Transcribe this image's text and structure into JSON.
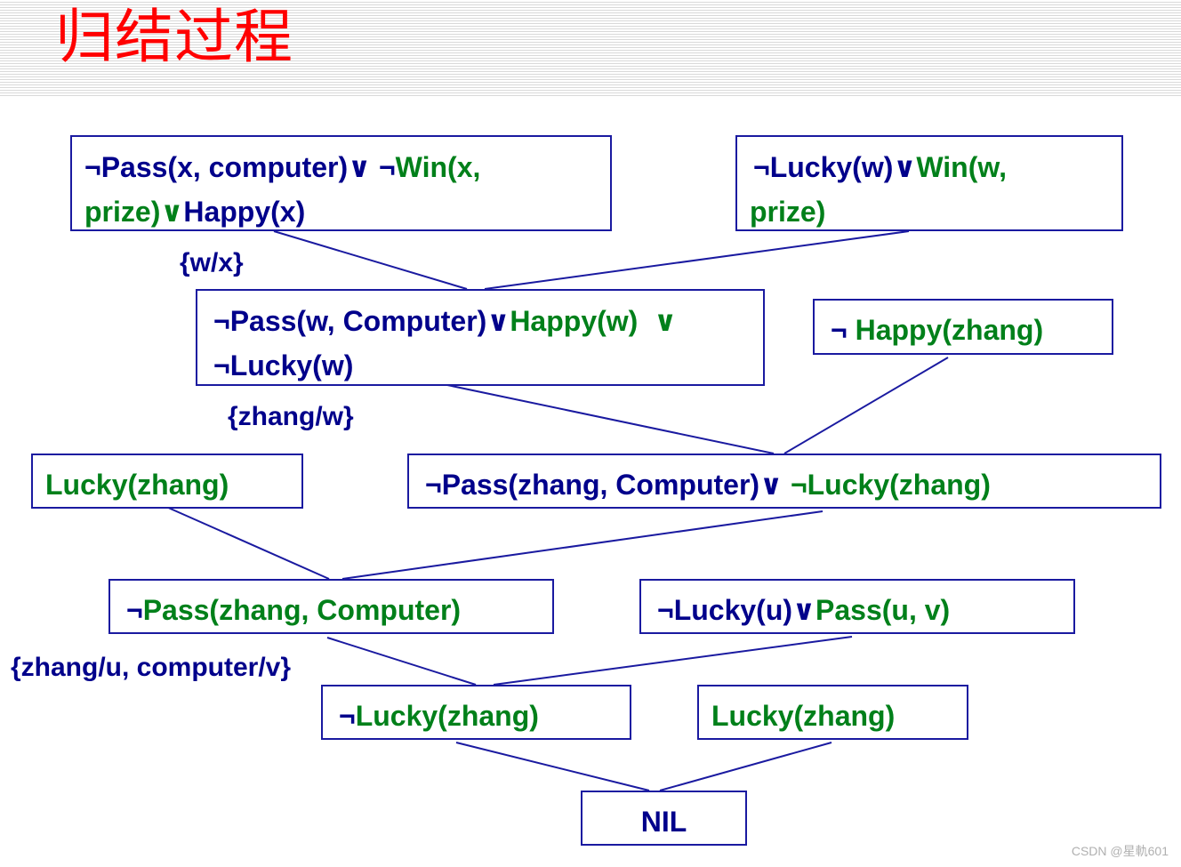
{
  "title": "归结过程",
  "colors": {
    "title": "#ff0000",
    "box_border": "#1a1aa0",
    "edge": "#1a1aa0",
    "text_blue": "#00008b",
    "text_green": "#00801a"
  },
  "nodes": {
    "c1": {
      "line1": [
        "¬Pass(x, computer)∨",
        " ¬",
        "Win(x,"
      ],
      "line2": [
        "prize)∨",
        "Happy(x)"
      ]
    },
    "c2": {
      "line1": [
        "¬",
        "Lucky(w)∨",
        "Win(w,"
      ],
      "line2": [
        "prize)"
      ]
    },
    "r1": {
      "line1": [
        "¬Pass(w, Computer)∨",
        "Happy(w)  ∨"
      ],
      "line2": [
        "¬Lucky(w)"
      ]
    },
    "c3": {
      "line1": [
        "¬ ",
        "Happy(zhang)"
      ]
    },
    "c4": {
      "line1": [
        "Lucky(zhang)"
      ]
    },
    "r2": {
      "line1": [
        "¬Pass(zhang, Computer)∨ ",
        "¬Lucky(zhang)"
      ]
    },
    "r3": {
      "line1": [
        "¬",
        "Pass(zhang, Computer)"
      ]
    },
    "c5": {
      "line1": [
        "¬Lucky(u)∨",
        "Pass(u, v)"
      ]
    },
    "r4": {
      "line1": [
        "¬",
        "Lucky(zhang)"
      ]
    },
    "c6": {
      "line1": [
        "Lucky(zhang)"
      ]
    },
    "nil": {
      "line1": [
        "NIL"
      ]
    }
  },
  "substitutions": {
    "s1": "{w/x}",
    "s2": "{zhang/w}",
    "s3": "{zhang/u, computer/v}"
  },
  "watermark": "CSDN @星軌601"
}
